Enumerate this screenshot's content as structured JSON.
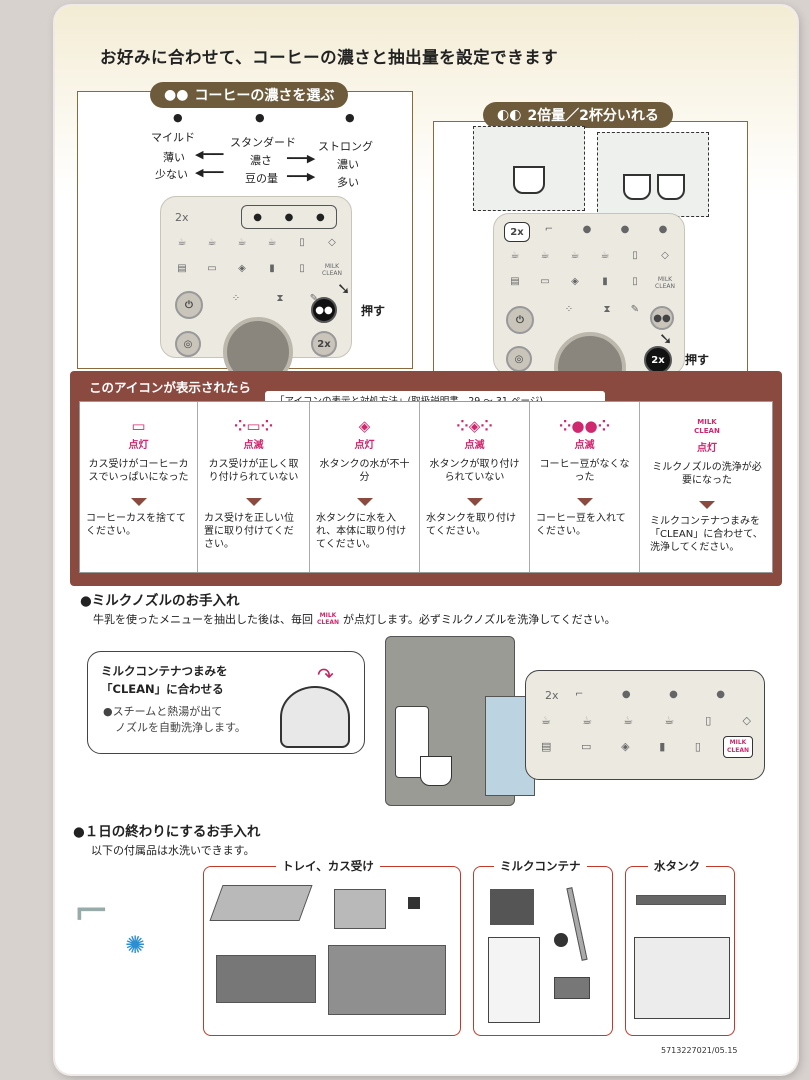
{
  "title": "お好みに合わせて、コーヒーの濃さと抽出量を設定できます",
  "strength": {
    "header": "コーヒーの濃さを選ぶ",
    "mild": "マイルド",
    "standard": "スタンダード",
    "strong": "ストロング",
    "thin": "薄い",
    "concentration": "濃さ",
    "thick": "濃い",
    "less": "少ない",
    "bean_amount": "豆の量",
    "more": "多い",
    "press": "押す",
    "panel_2x": "2x"
  },
  "double": {
    "header": "2倍量／2杯分いれる",
    "press": "押す",
    "panel_2x": "2x"
  },
  "icons_table": {
    "header": "このアイコンが表示されたら",
    "reference": "「アイコンの表示と対処方法」(取扱説明書　29 ～ 31 ページ)",
    "columns": [
      {
        "status": "点灯",
        "problem": "カス受けがコーヒーカスでいっぱいになった",
        "action": "コーヒーカスを捨ててください。"
      },
      {
        "status": "点滅",
        "problem": "カス受けが正しく取り付けられていない",
        "action": "カス受けを正しい位置に取り付けてください。"
      },
      {
        "status": "点灯",
        "problem": "水タンクの水が不十分",
        "action": "水タンクに水を入れ、本体に取り付けてください。"
      },
      {
        "status": "点滅",
        "problem": "水タンクが取り付けられていない",
        "action": "水タンクを取り付けてください。"
      },
      {
        "status": "点滅",
        "problem": "コーヒー豆がなくなった",
        "action": "コーヒー豆を入れてください。"
      },
      {
        "status": "点灯",
        "problem": "ミルクノズルの洗浄が必要になった",
        "action": "ミルクコンテナつまみを「CLEAN」に合わせて、洗浄してください。"
      }
    ],
    "milk_clean": "MILK CLEAN"
  },
  "milk_nozzle": {
    "heading": "●ミルクノズルのお手入れ",
    "text_before": "牛乳を使ったメニューを抽出した後は、毎回",
    "text_after": "が点灯します。必ずミルクノズルを洗浄してください。",
    "callout_title1": "ミルクコンテナつまみを",
    "callout_title2": "「CLEAN」に合わせる",
    "bullet1": "●スチームと熱湯が出て",
    "bullet2": "ノズルを自動洗浄します。",
    "milk_clean": "MILK CLEAN",
    "panel_2x": "2x"
  },
  "daily": {
    "heading": "●１日の終わりにするお手入れ",
    "subtext": "以下の付属品は水洗いできます。",
    "tray_label": "トレイ、カス受け",
    "milk_label": "ミルクコンテナ",
    "tank_label": "水タンク"
  },
  "code": "5713227021/05.15",
  "colors": {
    "brown": "#8b4a3f",
    "pink": "#d0286e",
    "gold": "#6e5b3c"
  }
}
